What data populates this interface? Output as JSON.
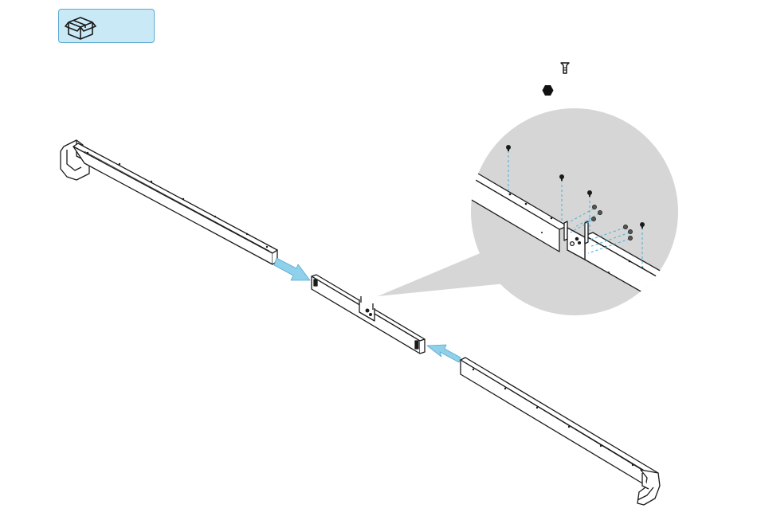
{
  "header": {
    "parts_icon": "package-box-icon",
    "accent_color": "#5aa9cf",
    "box_fill": "#c9e9f7"
  },
  "legend": {
    "screw": {
      "icon": "screw-icon",
      "label": ""
    },
    "nut": {
      "icon": "hex-nut-icon",
      "label": ""
    }
  },
  "illustration": {
    "parts": [
      "left-rail",
      "center-connector",
      "right-rail"
    ],
    "arrow_color": "#8fd0ea",
    "detail_fill": "#d6d6d6",
    "guide_color": "#4fb4de"
  }
}
